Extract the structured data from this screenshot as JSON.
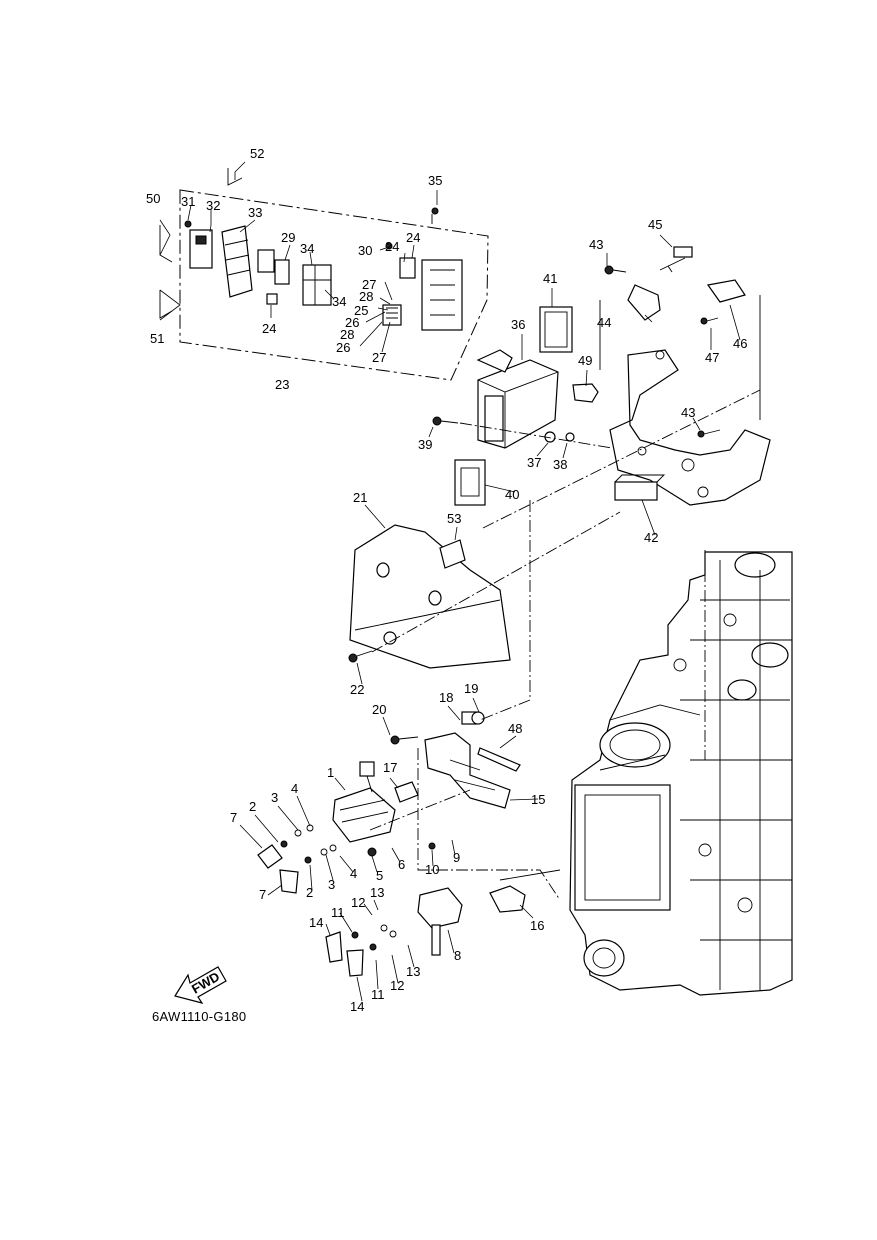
{
  "diagram": {
    "reference_code": "6AW1110-G180",
    "direction_marker": "FWD",
    "callouts": [
      "1",
      "2",
      "3",
      "4",
      "5",
      "6",
      "7",
      "8",
      "9",
      "10",
      "11",
      "12",
      "13",
      "14",
      "15",
      "16",
      "17",
      "18",
      "19",
      "20",
      "21",
      "22",
      "23",
      "24",
      "25",
      "26",
      "27",
      "28",
      "29",
      "30",
      "31",
      "32",
      "33",
      "34",
      "35",
      "36",
      "37",
      "38",
      "39",
      "40",
      "41",
      "42",
      "43",
      "44",
      "45",
      "46",
      "47",
      "48",
      "49",
      "50",
      "51",
      "52",
      "53"
    ]
  }
}
